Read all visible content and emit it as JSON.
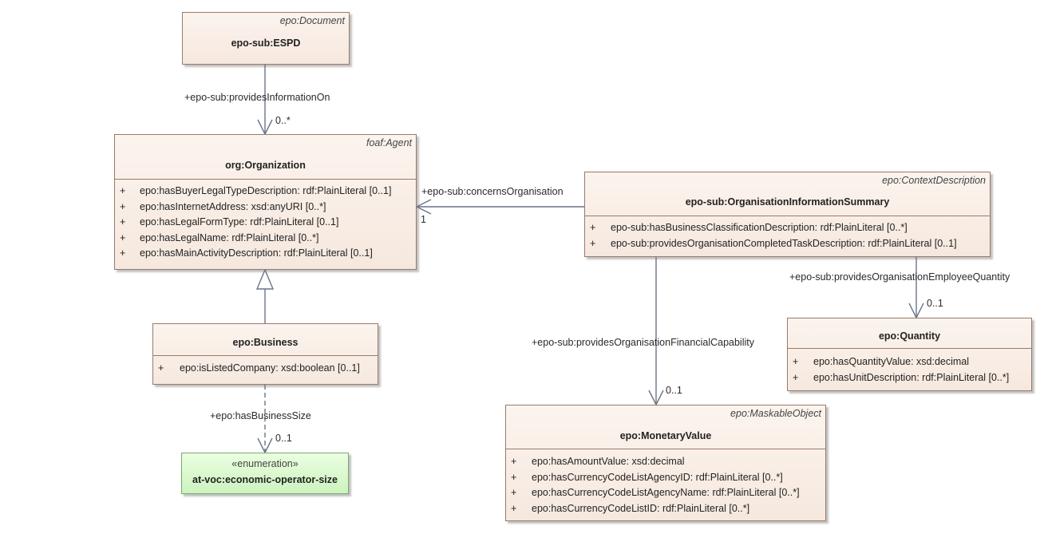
{
  "classes": {
    "espd": {
      "stereotype": "epo:Document",
      "name": "epo-sub:ESPD"
    },
    "organization": {
      "stereotype": "foaf:Agent",
      "name": "org:Organization",
      "attributes": [
        {
          "visibility": "+",
          "text": "epo:hasBuyerLegalTypeDescription: rdf:PlainLiteral [0..1]"
        },
        {
          "visibility": "+",
          "text": "epo:hasInternetAddress: xsd:anyURI [0..*]"
        },
        {
          "visibility": "+",
          "text": "epo:hasLegalFormType: rdf:PlainLiteral [0..1]"
        },
        {
          "visibility": "+",
          "text": "epo:hasLegalName: rdf:PlainLiteral [0..*]"
        },
        {
          "visibility": "+",
          "text": "epo:hasMainActivityDescription: rdf:PlainLiteral [0..1]"
        }
      ]
    },
    "business": {
      "name": "epo:Business",
      "attributes": [
        {
          "visibility": "+",
          "text": "epo:isListedCompany: xsd:boolean [0..1]"
        }
      ]
    },
    "economic_operator_size": {
      "stereotype": "«enumeration»",
      "name": "at-voc:economic-operator-size"
    },
    "org_info_summary": {
      "stereotype": "epo:ContextDescription",
      "name": "epo-sub:OrganisationInformationSummary",
      "attributes": [
        {
          "visibility": "+",
          "text": "epo-sub:hasBusinessClassificationDescription: rdf:PlainLiteral [0..*]"
        },
        {
          "visibility": "+",
          "text": "epo-sub:providesOrganisationCompletedTaskDescription: rdf:PlainLiteral [0..1]"
        }
      ]
    },
    "quantity": {
      "name": "epo:Quantity",
      "attributes": [
        {
          "visibility": "+",
          "text": "epo:hasQuantityValue: xsd:decimal"
        },
        {
          "visibility": "+",
          "text": "epo:hasUnitDescription: rdf:PlainLiteral [0..*]"
        }
      ]
    },
    "monetary_value": {
      "stereotype": "epo:MaskableObject",
      "name": "epo:MonetaryValue",
      "attributes": [
        {
          "visibility": "+",
          "text": "epo:hasAmountValue: xsd:decimal"
        },
        {
          "visibility": "+",
          "text": "epo:hasCurrencyCodeListAgencyID: rdf:PlainLiteral [0..*]"
        },
        {
          "visibility": "+",
          "text": "epo:hasCurrencyCodeListAgencyName: rdf:PlainLiteral [0..*]"
        },
        {
          "visibility": "+",
          "text": "epo:hasCurrencyCodeListID: rdf:PlainLiteral [0..*]"
        }
      ]
    }
  },
  "relations": {
    "provides_information_on": {
      "role": "+epo-sub:providesInformationOn",
      "multiplicity": "0..*"
    },
    "concerns_organisation": {
      "role": "+epo-sub:concernsOrganisation",
      "multiplicity": "1"
    },
    "has_business_size": {
      "role": "+epo:hasBusinessSize",
      "multiplicity": "0..1"
    },
    "employee_quantity": {
      "role": "+epo-sub:providesOrganisationEmployeeQuantity",
      "multiplicity": "0..1"
    },
    "financial_capability": {
      "role": "+epo-sub:providesOrganisationFinancialCapability",
      "multiplicity": "0..1"
    }
  }
}
